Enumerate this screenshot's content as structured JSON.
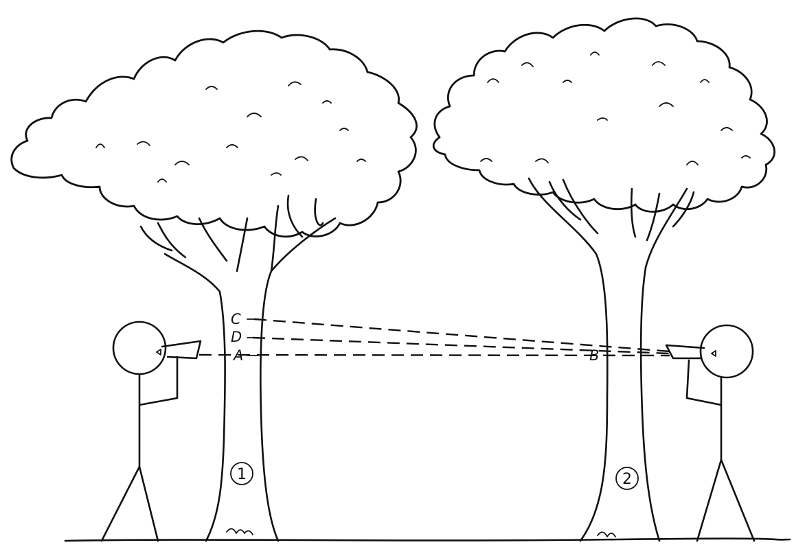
{
  "labels": {
    "point_c": "C",
    "point_d": "D",
    "point_a": "A",
    "point_b": "B",
    "tree_1": "1",
    "tree_2": "2"
  }
}
